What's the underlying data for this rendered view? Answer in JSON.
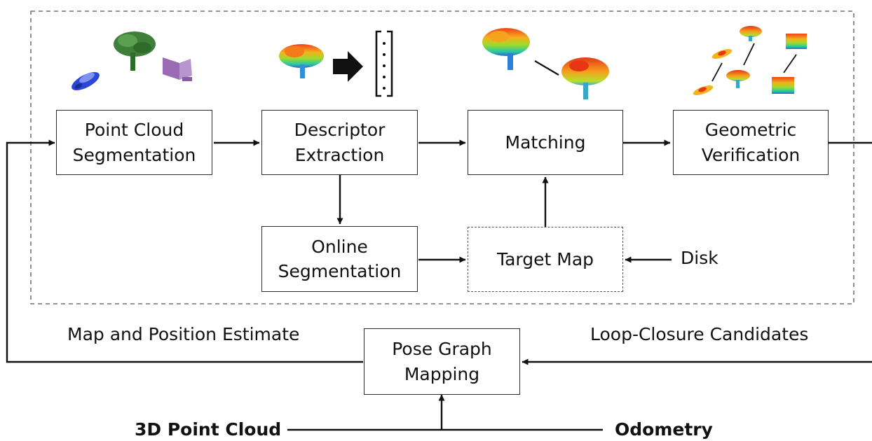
{
  "boxes": {
    "segmentation": "Point Cloud\nSegmentation",
    "descriptor": "Descriptor\nExtraction",
    "matching": "Matching",
    "verification": "Geometric\nVerification",
    "online_segmentation": "Online\nSegmentation",
    "target_map": "Target Map",
    "pose_graph": "Pose Graph\nMapping"
  },
  "labels": {
    "disk": "Disk",
    "map_position": "Map and Position Estimate",
    "loop_closure": "Loop-Closure Candidates",
    "point_cloud_3d": "3D Point Cloud",
    "odometry": "Odometry"
  },
  "icons": [
    "car-segment-icon",
    "tree-segment-icon",
    "building-segment-icon",
    "tree-segment-colored-icon",
    "extraction-arrow-icon",
    "descriptor-vector-icon",
    "match-segment-a-icon",
    "match-link-icon",
    "match-segment-b-icon",
    "verification-pairs-icon"
  ]
}
